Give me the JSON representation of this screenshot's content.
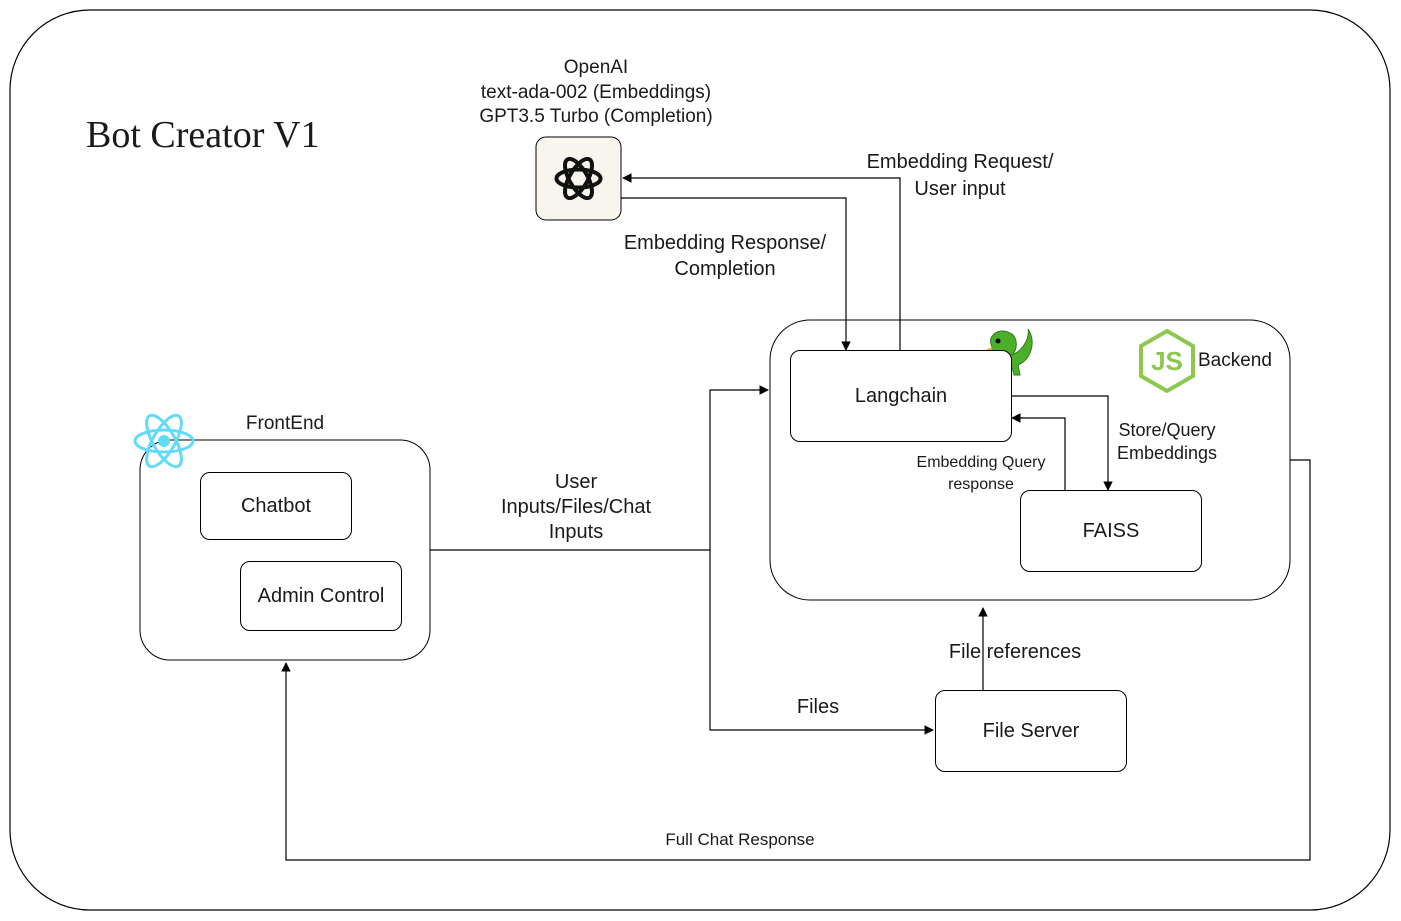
{
  "title": "Bot Creator V1",
  "openai": {
    "name": "OpenAI",
    "model_embeddings": "text-ada-002 (Embeddings)",
    "model_completion": "GPT3.5 Turbo (Completion)",
    "icon": "openai-logo-icon"
  },
  "frontend": {
    "label": "FrontEnd",
    "icon": "react-logo-icon",
    "chatbot": "Chatbot",
    "admin": "Admin Control"
  },
  "backend": {
    "label": "Backend",
    "icon": "nodejs-logo-icon",
    "langchain": "Langchain",
    "langchain_icon": "parrot-icon",
    "faiss": "FAISS"
  },
  "file_server": "File Server",
  "edges": {
    "embedding_request_1": "Embedding Request/",
    "embedding_request_2": "User input",
    "embedding_response_1": "Embedding Response/",
    "embedding_response_2": "Completion",
    "user_inputs_1": "User",
    "user_inputs_2": "Inputs/Files/Chat",
    "user_inputs_3": "Inputs",
    "store_query_1": "Store/Query",
    "store_query_2": "Embeddings",
    "embedding_query_1": "Embedding Query",
    "embedding_query_2": "response",
    "files": "Files",
    "file_references": "File references",
    "full_chat_response": "Full Chat Response"
  },
  "colors": {
    "react": "#61dafb",
    "nodejs": "#8cc84b",
    "parrot": "#4caf2a",
    "openai_bg": "#f7f5ee"
  }
}
